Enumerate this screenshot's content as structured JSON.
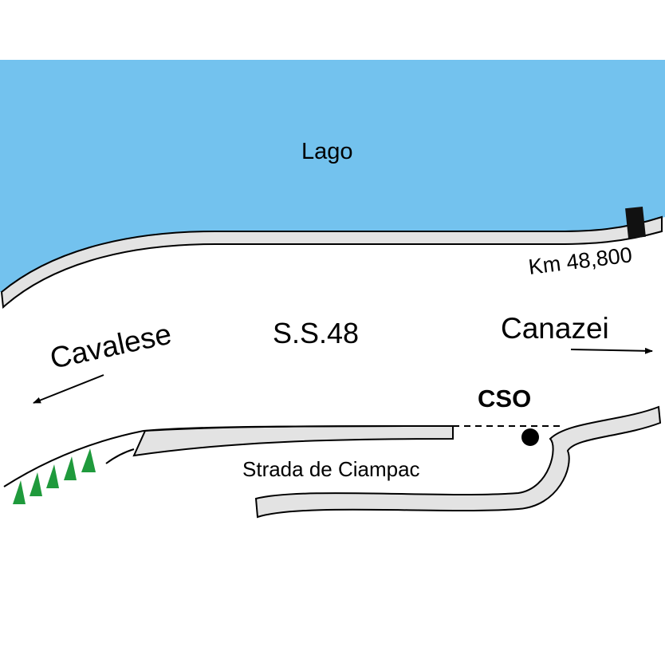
{
  "map": {
    "lake_label": "Lago",
    "road_label": "S.S.48",
    "direction_left_label": "Cavalese",
    "direction_right_label": "Canazei",
    "km_marker_label": "Km 48,800",
    "station_label": "CSO",
    "side_street_label": "Strada de Ciampac"
  },
  "colors": {
    "lake": "#73c2ee",
    "road_edge": "#e3e3e3",
    "outline": "#000000",
    "trees": "#1f9a3c",
    "km_marker": "#111111",
    "background": "#ffffff"
  },
  "symbols": {
    "station": "station-dot-icon",
    "km_marker": "km-post-icon",
    "trees": "tree-row-icon",
    "left_arrow": "arrow-left-icon",
    "right_arrow": "arrow-right-icon"
  }
}
